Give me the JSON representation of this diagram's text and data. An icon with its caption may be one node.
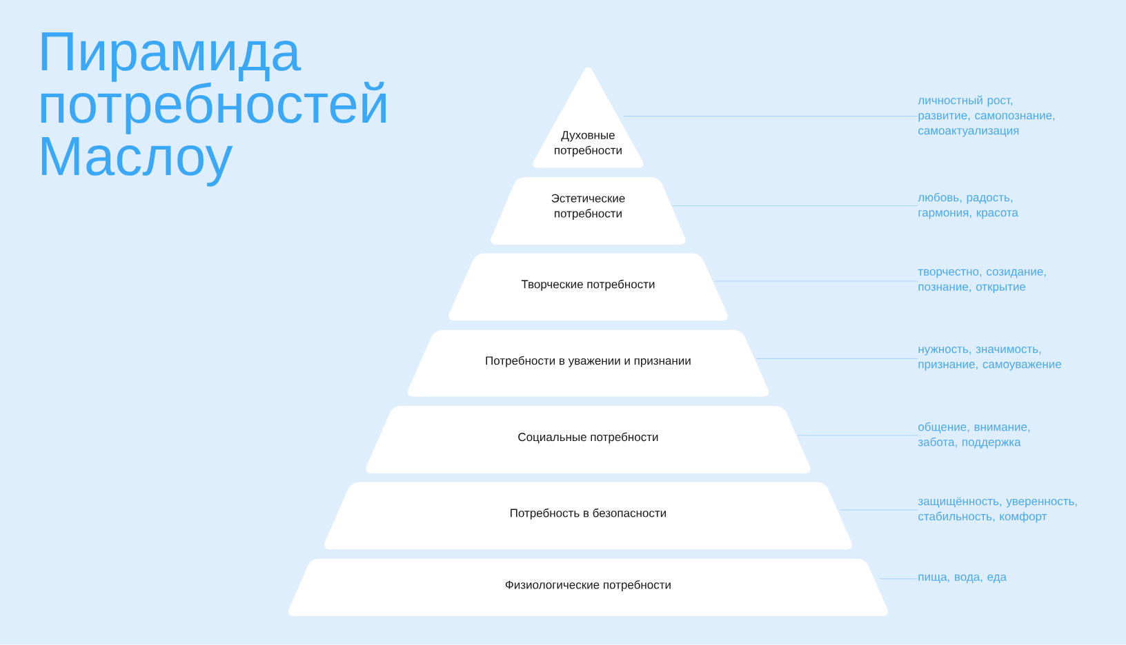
{
  "diagram": {
    "title": "Пирамида потребностей Маслоу",
    "nodes": [
      {
        "text": [
          "Духовные потребности"
        ]
      },
      {
        "text": [
          "Эстетические потребности"
        ]
      },
      {
        "text": [
          "Творческие потребности"
        ]
      },
      {
        "text": [
          "Потребности в уважении и признании"
        ]
      },
      {
        "text": [
          "Социальные потребности"
        ]
      },
      {
        "text": [
          "Потребность в безопасности"
        ]
      },
      {
        "text": [
          "Физиологические потребности"
        ]
      },
      {
        "text": [
          "личностный рост, развитие, самопознание, самоактуализация"
        ]
      },
      {
        "text": [
          "любовь, радость, гармония, красота"
        ]
      },
      {
        "text": [
          "творчестно, созидание, познание, открытие"
        ]
      },
      {
        "text": [
          "нужность, значимость, признание, самоуважение"
        ]
      },
      {
        "text": [
          "общение, внимание, забота, поддержка"
        ]
      },
      {
        "text": [
          "защищённость, уверенность, стабильность, комфорт"
        ]
      },
      {
        "text": [
          "пища, вода, еда"
        ]
      }
    ],
    "edges": [
      {
        "from": 7,
        "to": 0,
        "arrow": "none"
      },
      {
        "from": 8,
        "to": 1,
        "arrow": "none"
      },
      {
        "from": 9,
        "to": 2,
        "arrow": "none"
      },
      {
        "from": 10,
        "to": 3,
        "arrow": "none"
      },
      {
        "from": 11,
        "to": 4,
        "arrow": "none"
      },
      {
        "from": 12,
        "to": 5,
        "arrow": "none"
      },
      {
        "from": 13,
        "to": 6,
        "arrow": "none"
      }
    ]
  }
}
